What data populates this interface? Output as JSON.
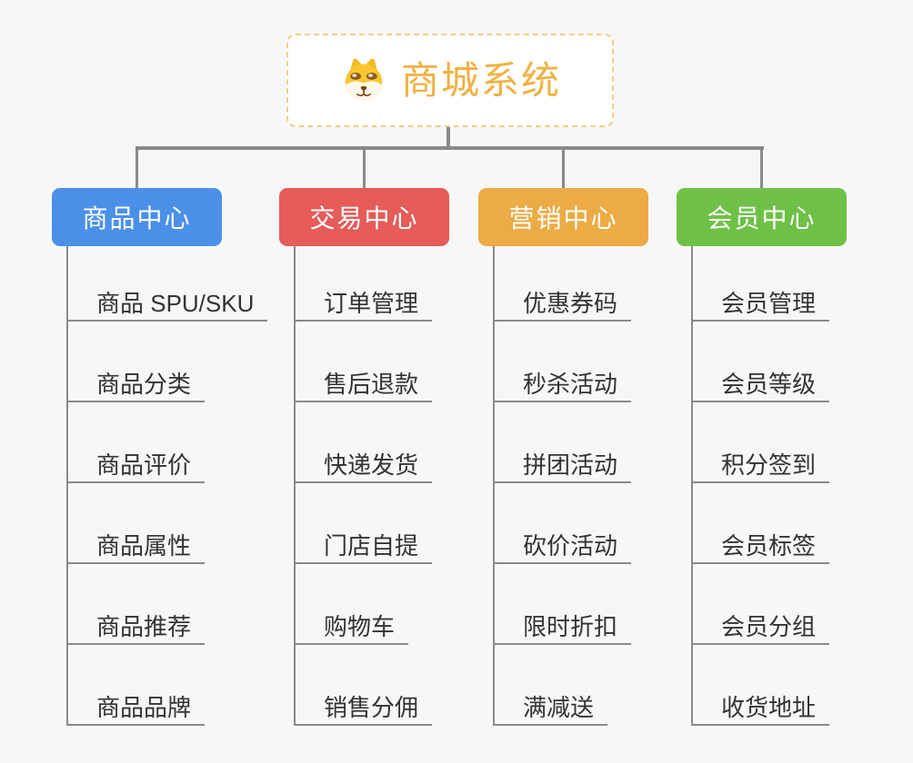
{
  "root": {
    "title": "商城系统",
    "icon": "dog-face-icon"
  },
  "branches": [
    {
      "label": "商品中心",
      "color": "#4b90e8",
      "children": [
        "商品 SPU/SKU",
        "商品分类",
        "商品评价",
        "商品属性",
        "商品推荐",
        "商品品牌"
      ]
    },
    {
      "label": "交易中心",
      "color": "#e55c59",
      "children": [
        "订单管理",
        "售后退款",
        "快递发货",
        "门店自提",
        "购物车",
        "销售分佣"
      ]
    },
    {
      "label": "营销中心",
      "color": "#ecab45",
      "children": [
        "优惠券码",
        "秒杀活动",
        "拼团活动",
        "砍价活动",
        "限时折扣",
        "满减送"
      ]
    },
    {
      "label": "会员中心",
      "color": "#6ec146",
      "children": [
        "会员管理",
        "会员等级",
        "积分签到",
        "会员标签",
        "会员分组",
        "收货地址"
      ]
    }
  ],
  "style": {
    "background": "#f7f7f7",
    "connector_color": "#8a8a8a",
    "root_text_color": "#f0b143",
    "root_border_color": "#f3cd84",
    "child_text_color": "#333333"
  }
}
